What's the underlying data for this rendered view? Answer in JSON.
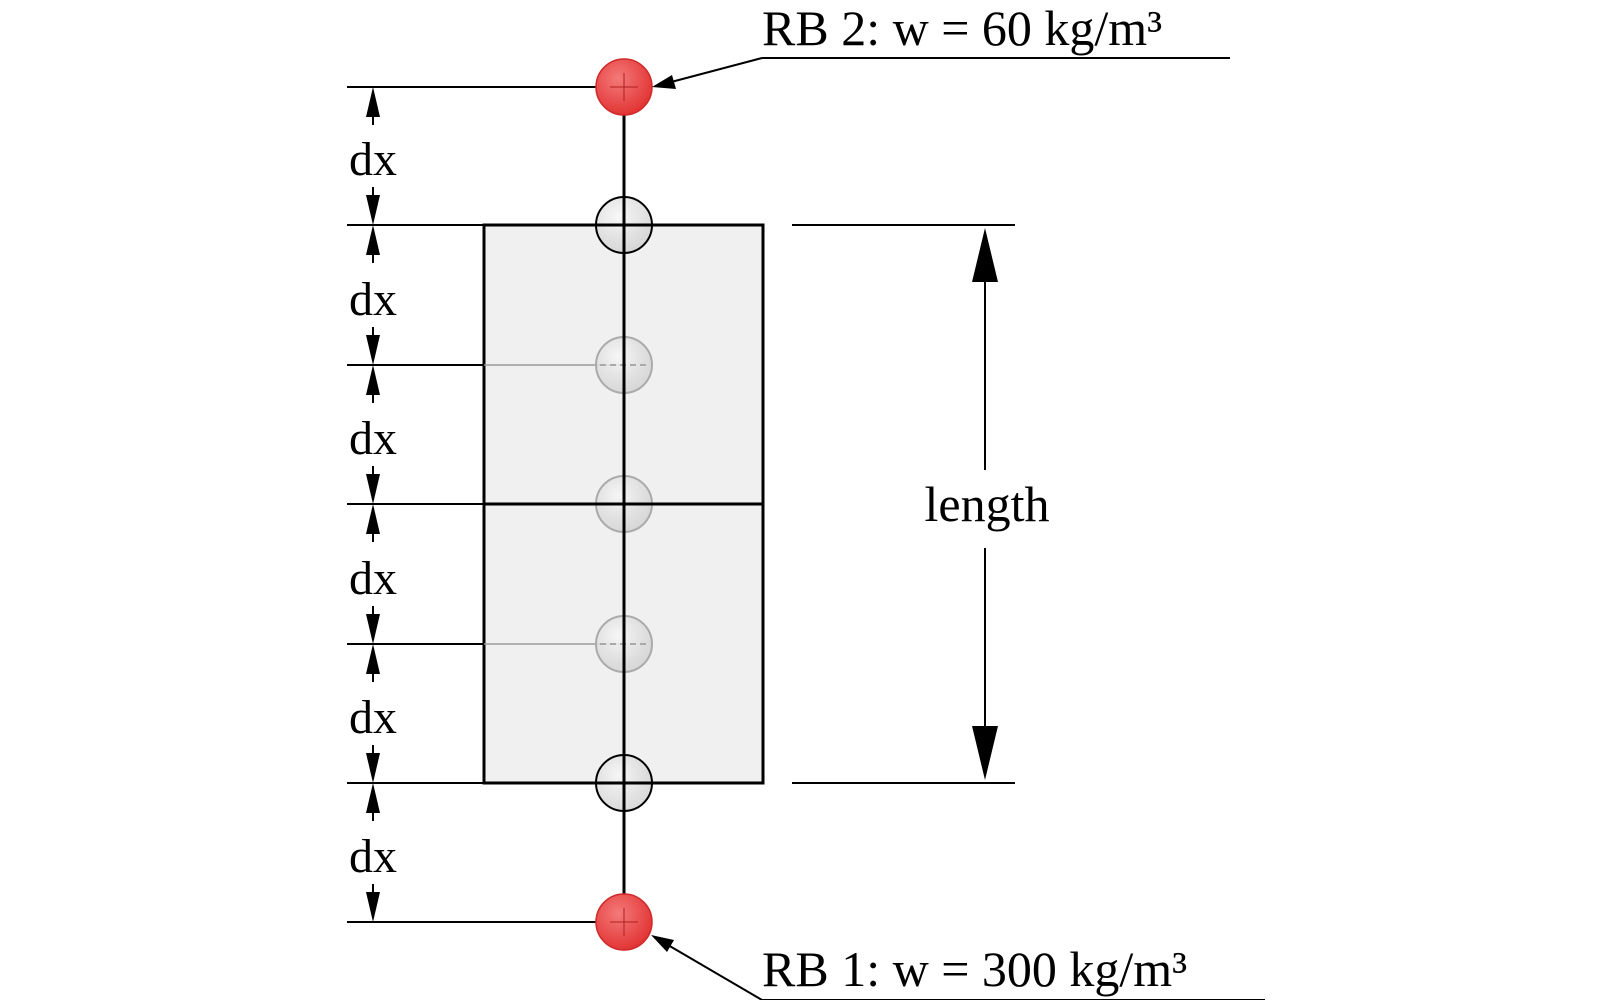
{
  "diagram": {
    "top_boundary_label": "RB 2: w = 60 kg/m³",
    "bottom_boundary_label": "RB 1: w = 300 kg/m³",
    "spacing_label": "dx",
    "length_label": "length",
    "spacing_count": 6,
    "colors": {
      "boundary_node": "#e8383d",
      "interior_node": "#e0e0e0",
      "element_fill": "#f0f0f0",
      "line": "#000000"
    }
  }
}
